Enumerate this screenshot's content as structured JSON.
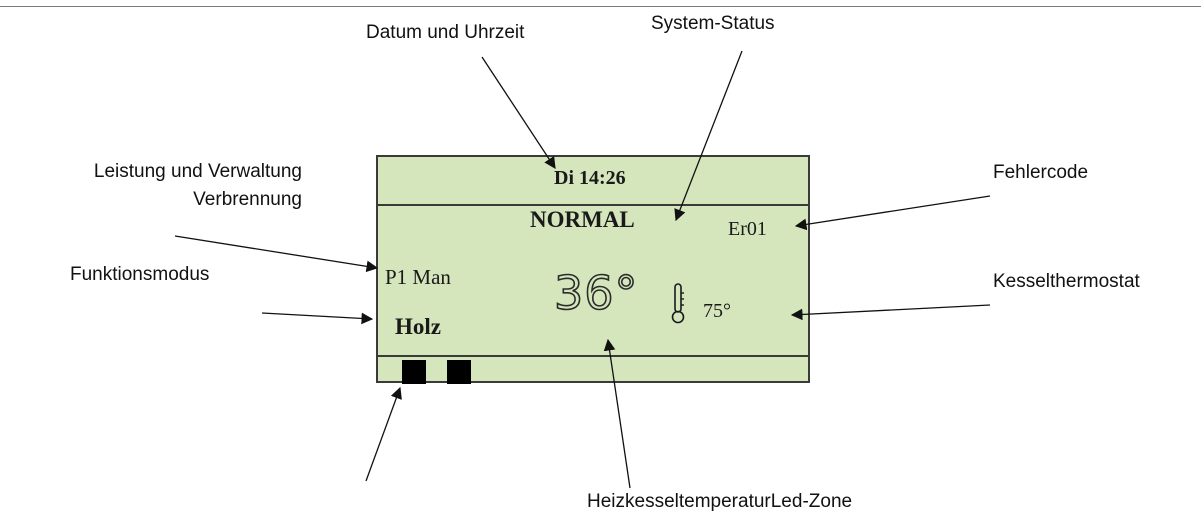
{
  "callouts": {
    "datetime": "Datum und Uhrzeit",
    "system_status": "System-Status",
    "power_line1": "Leistung und Verwaltung",
    "power_line2": "Verbrennung",
    "function_mode": "Funktionsmodus",
    "error_code": "Fehlercode",
    "boiler_thermostat": "Kesselthermostat",
    "bottom": "HeizkesseltemperaturLed-Zone"
  },
  "display": {
    "datetime": "Di 14:26",
    "status": "NORMAL",
    "error": "Er01",
    "mode": "P1 Man",
    "fuel": "Holz",
    "boiler_temp": "36°",
    "thermostat": "75°"
  },
  "colors": {
    "lcd_background": "#d5e6bd",
    "lcd_border": "#3a3a3a",
    "arrow": "#111111"
  },
  "icons": [
    "thermometer-icon"
  ]
}
